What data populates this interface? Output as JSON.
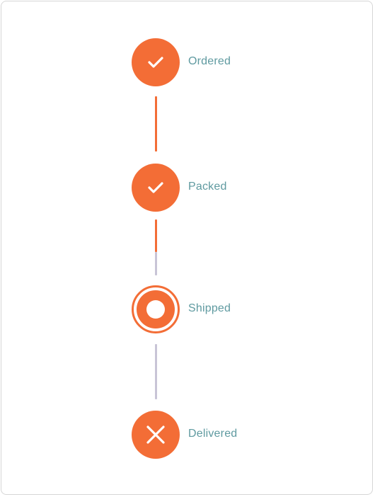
{
  "steps": [
    {
      "label": "Ordered",
      "status": "complete",
      "icon": "check-icon"
    },
    {
      "label": "Packed",
      "status": "complete",
      "icon": "check-icon"
    },
    {
      "label": "Shipped",
      "status": "current",
      "icon": "current-dot-icon"
    },
    {
      "label": "Delivered",
      "status": "failed",
      "icon": "x-icon"
    }
  ],
  "colors": {
    "accent": "#f36d36",
    "label": "#5f9aa0",
    "pending_line": "#c8c4d6",
    "border": "#d6d6d6"
  }
}
